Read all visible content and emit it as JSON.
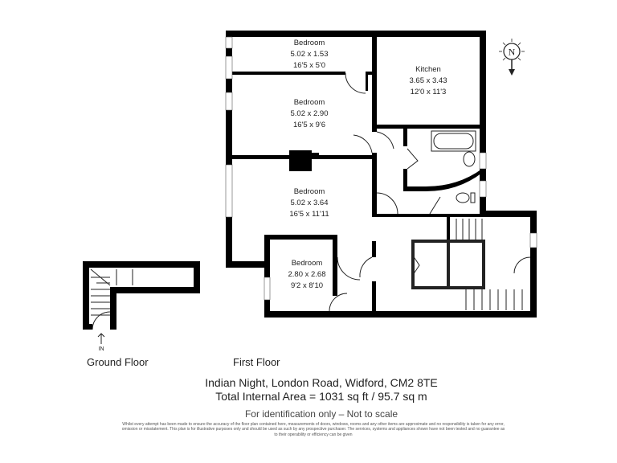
{
  "floors": {
    "ground_label": "Ground Floor",
    "first_label": "First Floor",
    "entrance_label": "IN"
  },
  "rooms": [
    {
      "name": "Bedroom",
      "metric": "5.02 x 1.53",
      "imperial": "16'5 x 5'0"
    },
    {
      "name": "Kitchen",
      "metric": "3.65 x 3.43",
      "imperial": "12'0 x 11'3"
    },
    {
      "name": "Bedroom",
      "metric": "5.02 x 2.90",
      "imperial": "16'5 x 9'6"
    },
    {
      "name": "Bedroom",
      "metric": "5.02 x 3.64",
      "imperial": "16'5 x 11'11"
    },
    {
      "name": "Bedroom",
      "metric": "2.80 x 2.68",
      "imperial": "9'2 x 8'10"
    }
  ],
  "compass": {
    "label": "N",
    "icon": "north-compass-icon"
  },
  "footer": {
    "address": "Indian Night, London Road, Widford, CM2 8TE",
    "total_area": "Total Internal Area = 1031 sq ft / 95.7 sq m",
    "identification": "For identification only – Not to scale",
    "disclaimer": "Whilst every attempt has been made to ensure the accuracy of the floor plan contained here, measurements of doors, windows, rooms and any other items are approximate and no responsibility is taken for any error, omission or misstatement. This plan is for illustrative purposes only and should be used as such by any prospective purchaser. The services, systems and appliances shown have not been tested and no guarantee as to their operability or efficiency can be given"
  }
}
